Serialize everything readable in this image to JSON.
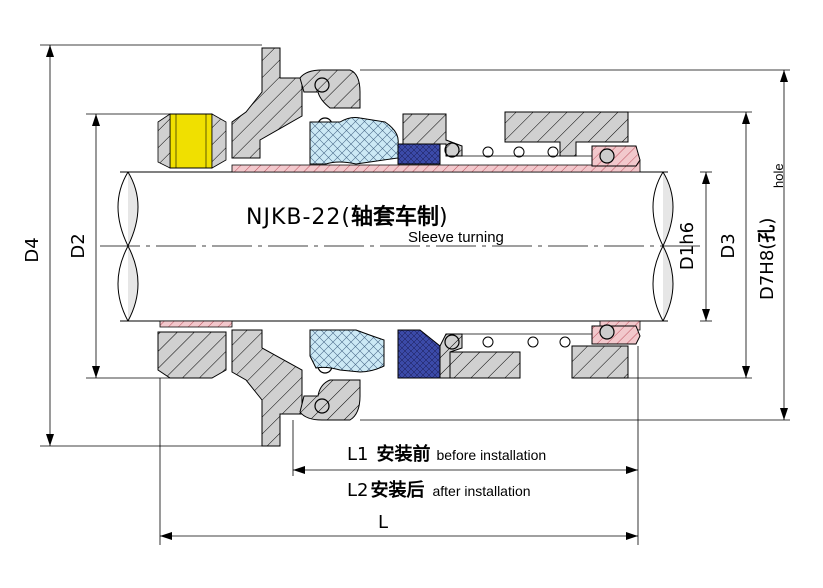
{
  "title": {
    "model": "NJKB-22(",
    "cn": "轴套车制",
    "close": ")",
    "en": "Sleeve turning"
  },
  "dimensions": {
    "D4": "D4",
    "D2": "D2",
    "D1h6": "D1h6",
    "D3": "D3",
    "D7H8_main": "D7H8(",
    "D7H8_cn": "孔",
    "D7H8_close": ")",
    "D7H8_en": "hole",
    "L1_code": "L1",
    "L1_cn": "安装前",
    "L1_en": "before installation",
    "L2_code": "L2",
    "L2_cn": "安装后",
    "L2_en": "after installation",
    "L": "L"
  },
  "colors": {
    "yellow_part": "#f0e000",
    "blue_light": "#cce9f5",
    "blue_dark": "#3b4aa8",
    "grey_metal": "#d0d0d0",
    "red_sleeve": "#f2c8cc",
    "line": "#000000"
  }
}
